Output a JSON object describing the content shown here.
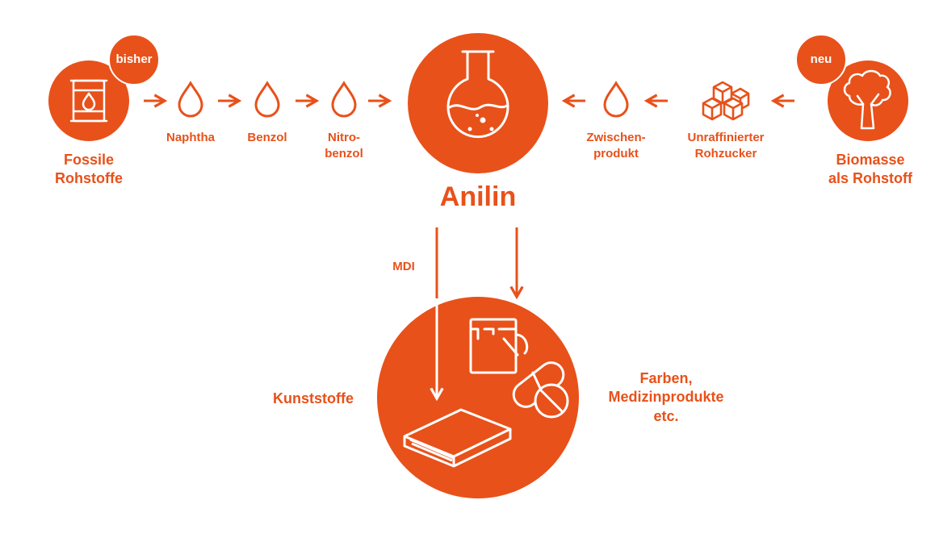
{
  "colors": {
    "accent": "#e8511a",
    "background": "#ffffff",
    "icon_stroke": "#ffffff"
  },
  "left": {
    "badge": "bisher",
    "source_line1": "Fossile",
    "source_line2": "Rohstoffe",
    "steps": [
      {
        "line1": "Naphtha",
        "line2": ""
      },
      {
        "line1": "Benzol",
        "line2": ""
      },
      {
        "line1": "Nitro-",
        "line2": "benzol"
      }
    ]
  },
  "right": {
    "badge": "neu",
    "source_line1": "Biomasse",
    "source_line2": "als Rohstoff",
    "steps": [
      {
        "line1": "Unraffinierter",
        "line2": "Rohzucker"
      },
      {
        "line1": "Zwischen-",
        "line2": "produkt"
      }
    ]
  },
  "center": {
    "title": "Anilin"
  },
  "bottom": {
    "arrow_label": "MDI",
    "left_label": "Kunststoffe",
    "right_line1": "Farben,",
    "right_line2": "Medizinprodukte",
    "right_line3": "etc."
  },
  "icons": {
    "left_source": "oil-barrel-icon",
    "right_source": "tree-icon",
    "center": "flask-icon",
    "drop": "drop-icon",
    "sugar": "sugar-cubes-icon",
    "products": [
      "paint-bucket-icon",
      "pills-icon",
      "plastic-sheet-icon"
    ]
  }
}
